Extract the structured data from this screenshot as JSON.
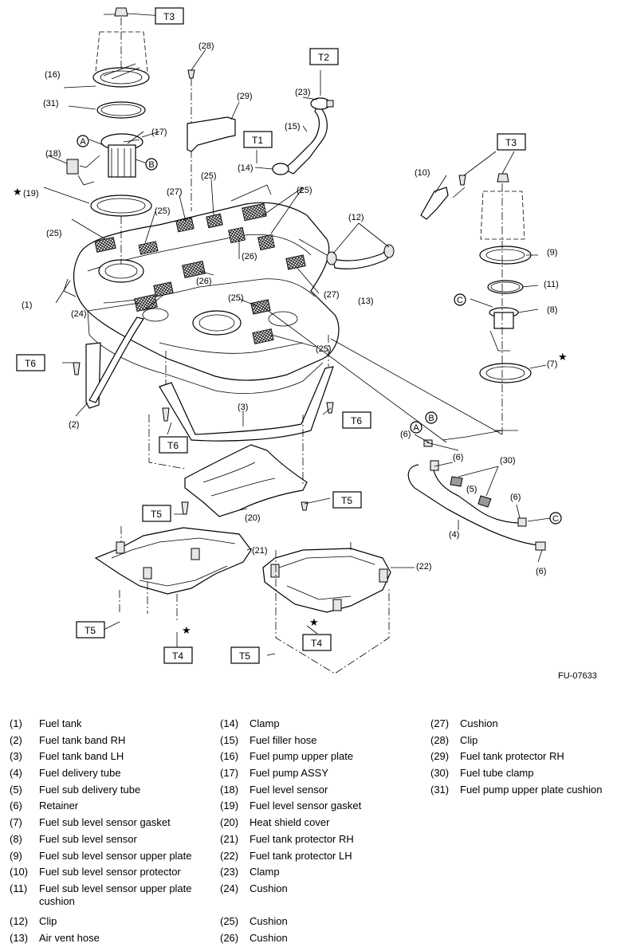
{
  "figure_code": "FU-07633",
  "torque_labels": {
    "t1": "T1",
    "t2": "T2",
    "t3a": "T3",
    "t3b": "T3",
    "t4a": "T4",
    "t4b": "T4",
    "t5a": "T5",
    "t5b": "T5",
    "t5c": "T5",
    "t6a": "T6",
    "t6b": "T6",
    "t6c": "T6"
  },
  "callouts": {
    "c1": "(1)",
    "c2": "(2)",
    "c3": "(3)",
    "c4": "(4)",
    "c5": "(5)",
    "c6a": "(6)",
    "c6b": "(6)",
    "c6c": "(6)",
    "c6d": "(6)",
    "c7": "(7)",
    "c8": "(8)",
    "c9": "(9)",
    "c10": "(10)",
    "c11": "(11)",
    "c12": "(12)",
    "c13": "(13)",
    "c14": "(14)",
    "c15": "(15)",
    "c16": "(16)",
    "c17": "(17)",
    "c18": "(18)",
    "c19": "(19)",
    "c20": "(20)",
    "c21": "(21)",
    "c22": "(22)",
    "c23": "(23)",
    "c24": "(24)",
    "c25a": "(25)",
    "c25b": "(25)",
    "c25c": "(25)",
    "c25d": "(25)",
    "c25e": "(25)",
    "c25f": "(25)",
    "c26a": "(26)",
    "c26b": "(26)",
    "c27a": "(27)",
    "c27b": "(27)",
    "c28": "(28)",
    "c29": "(29)",
    "c30": "(30)",
    "c31": "(31)"
  },
  "markers": {
    "a1": "A",
    "a2": "A",
    "b1": "B",
    "b2": "B",
    "c1": "C",
    "c2": "C",
    "star": "★"
  },
  "legend": {
    "col1": [
      {
        "num": "(1)",
        "name": "Fuel tank"
      },
      {
        "num": "(2)",
        "name": "Fuel tank band RH"
      },
      {
        "num": "(3)",
        "name": "Fuel tank band LH"
      },
      {
        "num": "(4)",
        "name": "Fuel delivery tube"
      },
      {
        "num": "(5)",
        "name": "Fuel sub delivery tube"
      },
      {
        "num": "(6)",
        "name": "Retainer"
      },
      {
        "num": "(7)",
        "name": "Fuel sub level sensor gasket"
      },
      {
        "num": "(8)",
        "name": "Fuel sub level sensor"
      },
      {
        "num": "(9)",
        "name": "Fuel sub level sensor upper plate"
      },
      {
        "num": "(10)",
        "name": "Fuel sub level sensor protector"
      },
      {
        "num": "(11)",
        "name": "Fuel sub level sensor upper plate cushion"
      },
      {
        "num": "(12)",
        "name": "Clip"
      },
      {
        "num": "(13)",
        "name": "Air vent hose"
      }
    ],
    "col2": [
      {
        "num": "(14)",
        "name": "Clamp"
      },
      {
        "num": "(15)",
        "name": "Fuel filler hose"
      },
      {
        "num": "(16)",
        "name": "Fuel pump upper plate"
      },
      {
        "num": "(17)",
        "name": "Fuel pump ASSY"
      },
      {
        "num": "(18)",
        "name": "Fuel level sensor"
      },
      {
        "num": "(19)",
        "name": "Fuel level sensor gasket"
      },
      {
        "num": "(20)",
        "name": "Heat shield cover"
      },
      {
        "num": "(21)",
        "name": "Fuel tank protector RH"
      },
      {
        "num": "(22)",
        "name": "Fuel tank protector LH"
      },
      {
        "num": "(23)",
        "name": "Clamp"
      },
      {
        "num": "(24)",
        "name": "Cushion"
      },
      {
        "num": "(25)",
        "name": "Cushion"
      },
      {
        "num": "(26)",
        "name": "Cushion"
      }
    ],
    "col3": [
      {
        "num": "(27)",
        "name": "Cushion"
      },
      {
        "num": "(28)",
        "name": "Clip"
      },
      {
        "num": "(29)",
        "name": "Fuel tank protector RH"
      },
      {
        "num": "(30)",
        "name": "Fuel tube clamp"
      },
      {
        "num": "(31)",
        "name": "Fuel pump upper plate cushion"
      }
    ]
  }
}
